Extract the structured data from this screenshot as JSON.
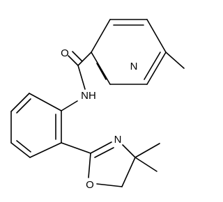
{
  "atoms": {
    "carbonyl_oxygen": "O",
    "pyridine_nitrogen": "N",
    "amide_nh": "NH",
    "oxazoline_nitrogen": "N",
    "oxazoline_oxygen": "O"
  }
}
